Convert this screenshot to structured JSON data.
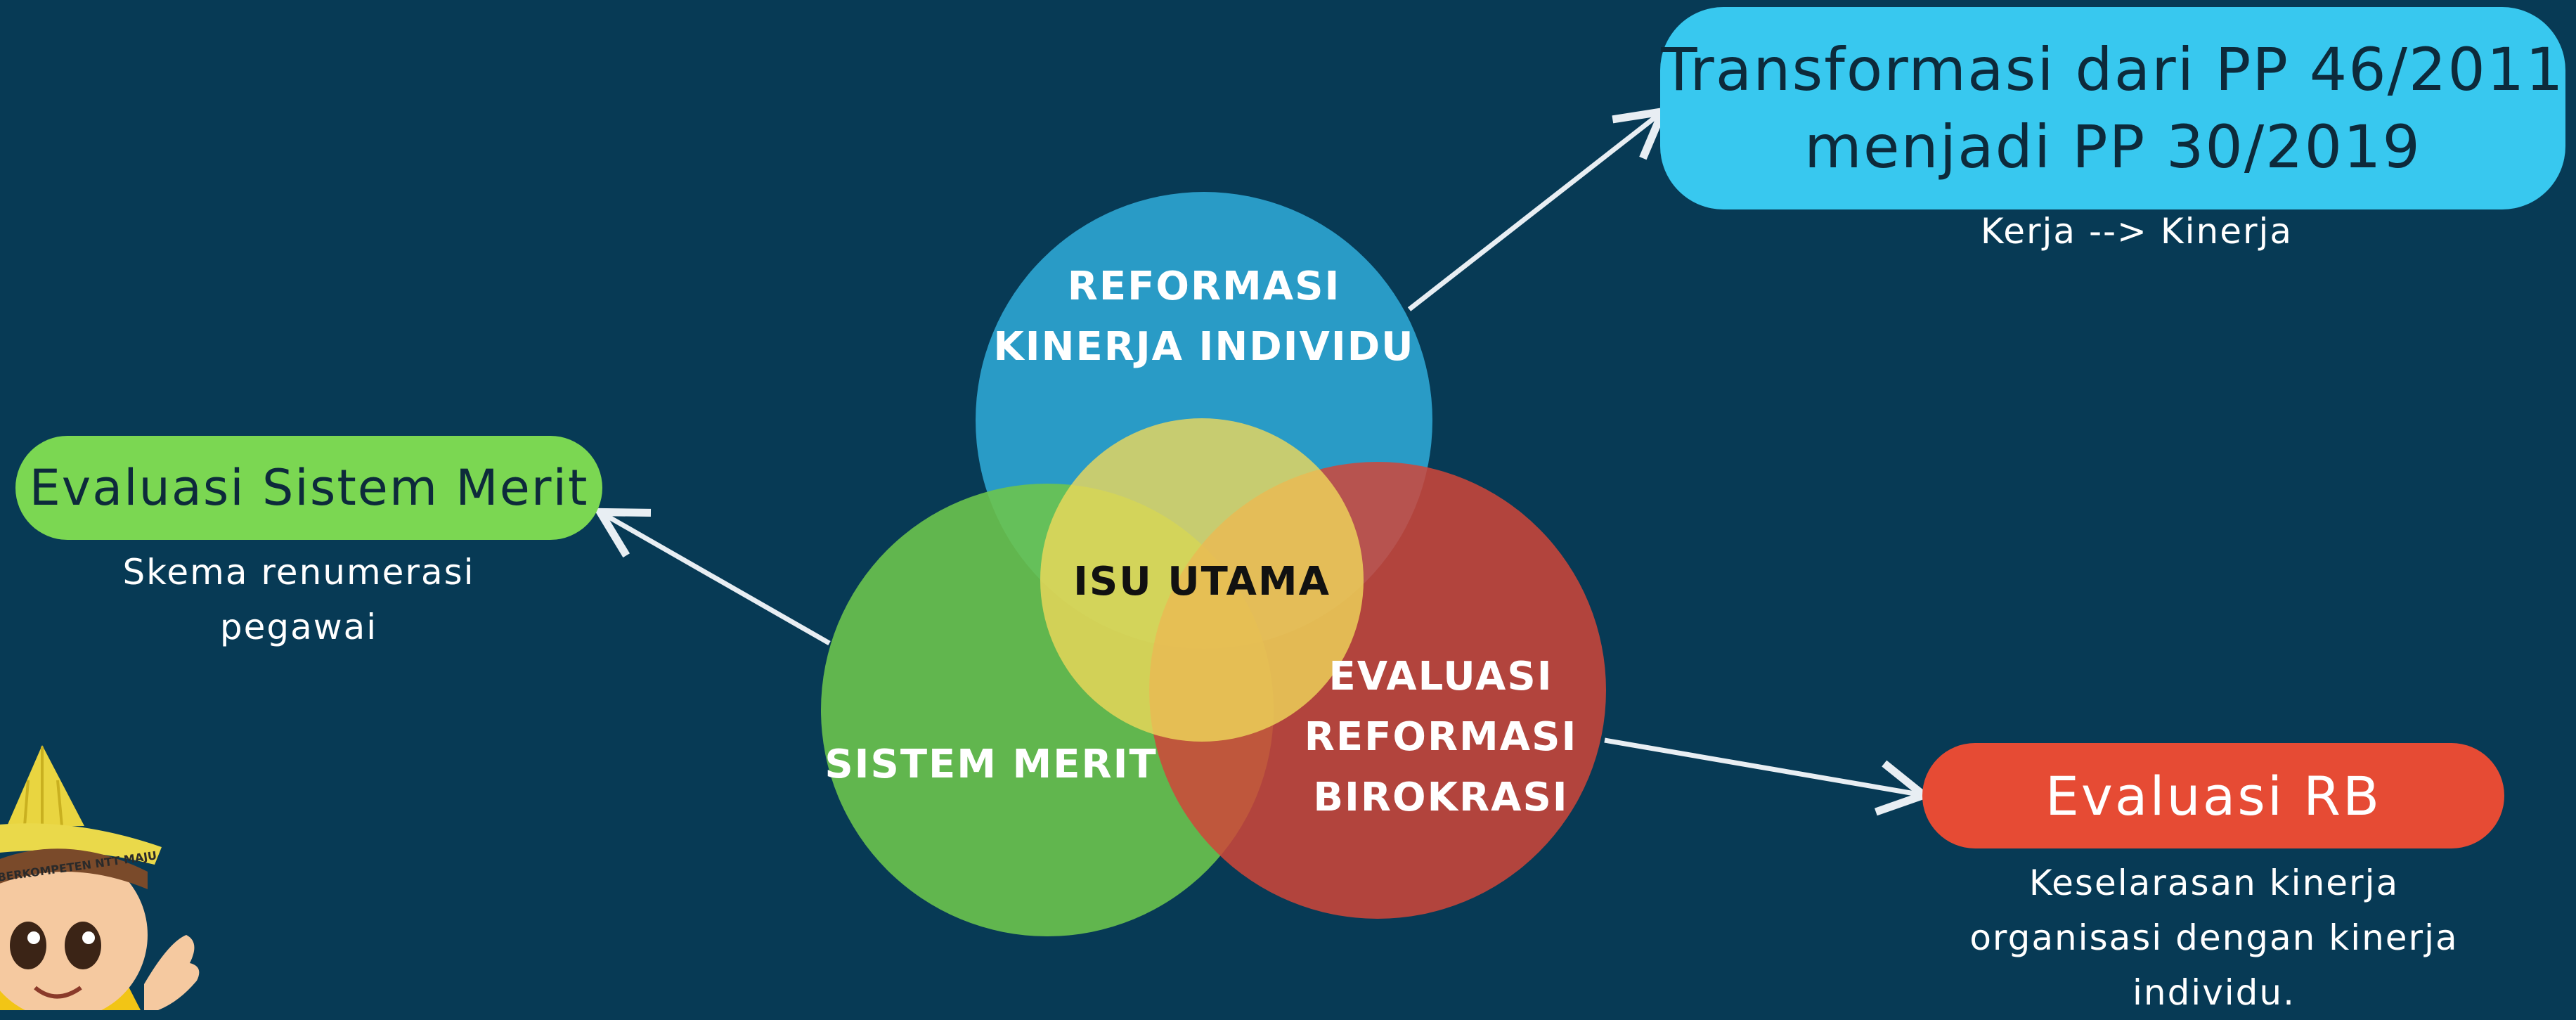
{
  "colors": {
    "background": "#073a55",
    "circle_top": "#2fa9d6",
    "circle_left": "#6cc44e",
    "circle_right": "#d0463a",
    "circle_center": "#efd85a",
    "box_top": "#38c8ef",
    "box_left": "#7bd752",
    "box_right": "#e64b34",
    "arrow": "#e8eef3"
  },
  "venn": {
    "top_label_line1": "REFORMASI",
    "top_label_line2": "KINERJA INDIVIDU",
    "left_label": "SISTEM MERIT",
    "right_label_line1": "EVALUASI",
    "right_label_line2": "REFORMASI",
    "right_label_line3": "BIROKRASI",
    "center_label": "ISU UTAMA"
  },
  "boxes": {
    "top": {
      "title_line1": "Transformasi dari PP 46/2011",
      "title_line2": "menjadi PP 30/2019",
      "desc": "Kerja --> Kinerja"
    },
    "left": {
      "title": "Evaluasi Sistem Merit",
      "desc_line1": "Skema renumerasi",
      "desc_line2": "pegawai"
    },
    "right": {
      "title": "Evaluasi RB",
      "desc_line1": "Keselarasan kinerja",
      "desc_line2": "organisasi dengan kinerja",
      "desc_line3": "individu."
    }
  },
  "mascot": {
    "hat_band_text": "BERKOMPETEN NTT MAJU"
  }
}
